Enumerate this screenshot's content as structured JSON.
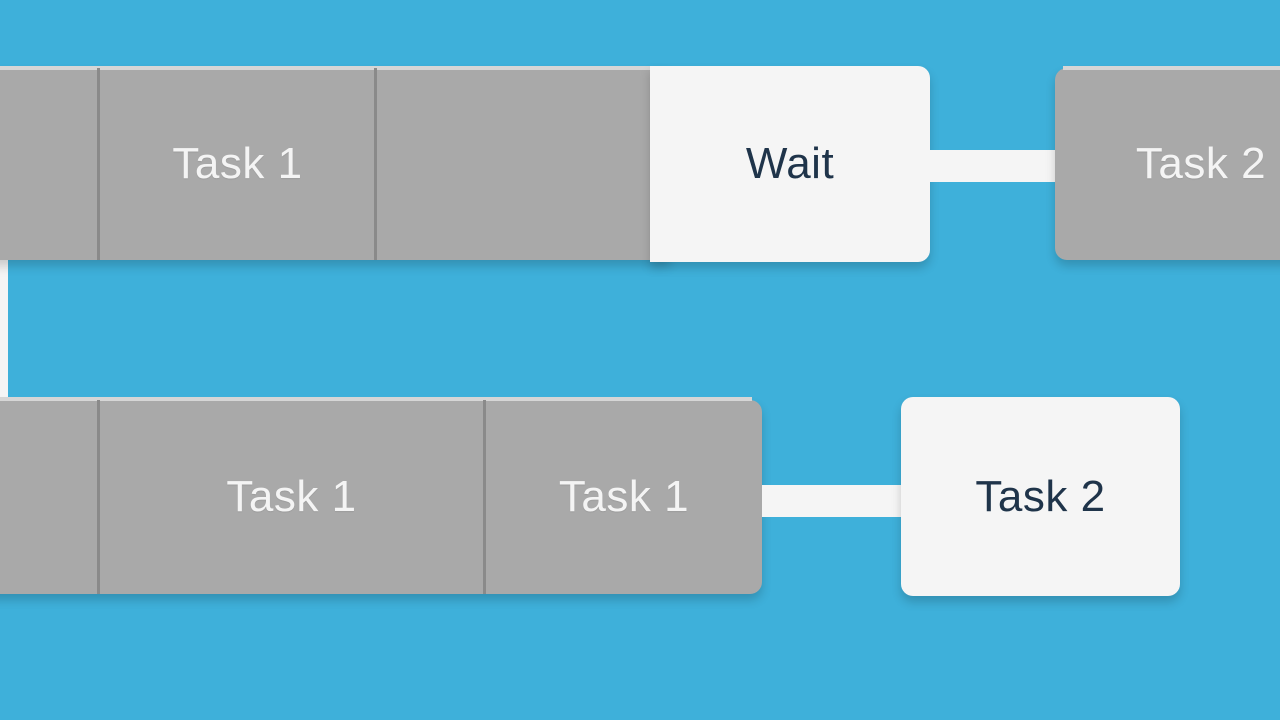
{
  "row1": {
    "task1_label": "Task 1",
    "wait_label": "Wait",
    "task2_label": "Task 2"
  },
  "row2": {
    "task1a_label": "Task 1",
    "task1b_label": "Task 1",
    "task2_label": "Task 2"
  },
  "colors": {
    "background": "#3eb0da",
    "running_block": "#a9a9a9",
    "waiting_block": "#f5f5f5",
    "dark_text": "#1f344a",
    "light_text": "#f4f4f4"
  }
}
